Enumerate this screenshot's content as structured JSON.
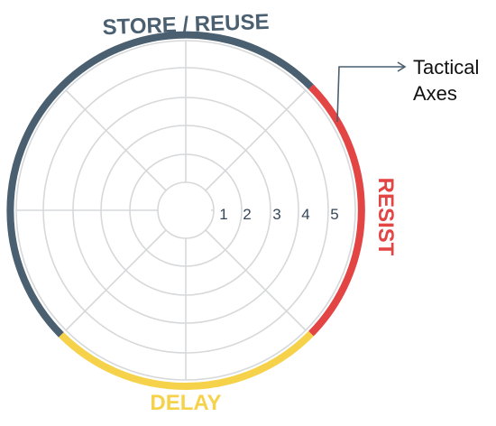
{
  "diagram": {
    "labels": {
      "top": "STORE / REUSE",
      "right": "RESIST",
      "bottom": "DELAY"
    },
    "annotation": [
      "Tactical",
      "Axes"
    ],
    "ring_labels": [
      "1",
      "2",
      "3",
      "4",
      "5"
    ],
    "colors": {
      "store_reuse": "#4a5f70",
      "resist": "#e34444",
      "delay": "#f5d24a",
      "grid": "#d6d8da",
      "arrow": "#4a5f70"
    }
  }
}
